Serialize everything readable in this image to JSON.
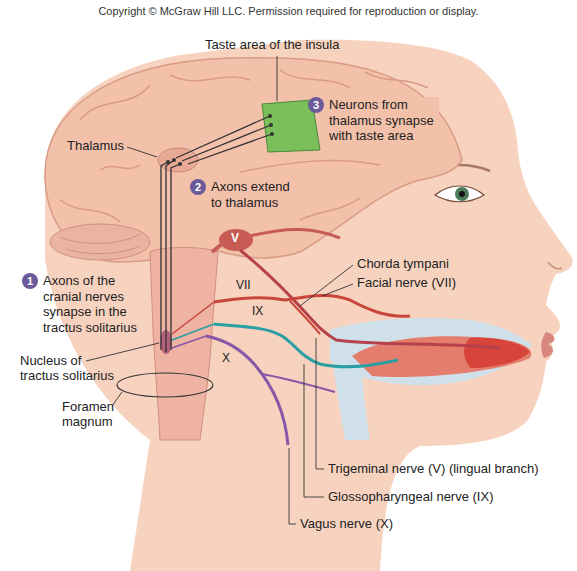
{
  "diagram": {
    "nodes": [
      {
        "text": [
          "1",
          "Axons of the cranial nerves synapse in the tractus solitarius"
        ]
      },
      {
        "text": [
          "2",
          "Axons extend to thalamus"
        ]
      },
      {
        "text": [
          "3",
          "Neurons from thalamus synapse with taste area"
        ]
      }
    ],
    "labels": [
      "Copyright © McGraw Hill LLC. Permission required for reproduction or display.",
      "Taste area of the insula",
      "Thalamus",
      "V",
      "Chorda tympani",
      "Facial nerve (VII)",
      "VII",
      "IX",
      "X",
      "Nucleus of tractus solitarius",
      "Foramen magnum",
      "Trigeminal nerve (V) (lingual branch)",
      "Glossopharyngeal nerve (IX)",
      "Vagus nerve (X)"
    ]
  }
}
